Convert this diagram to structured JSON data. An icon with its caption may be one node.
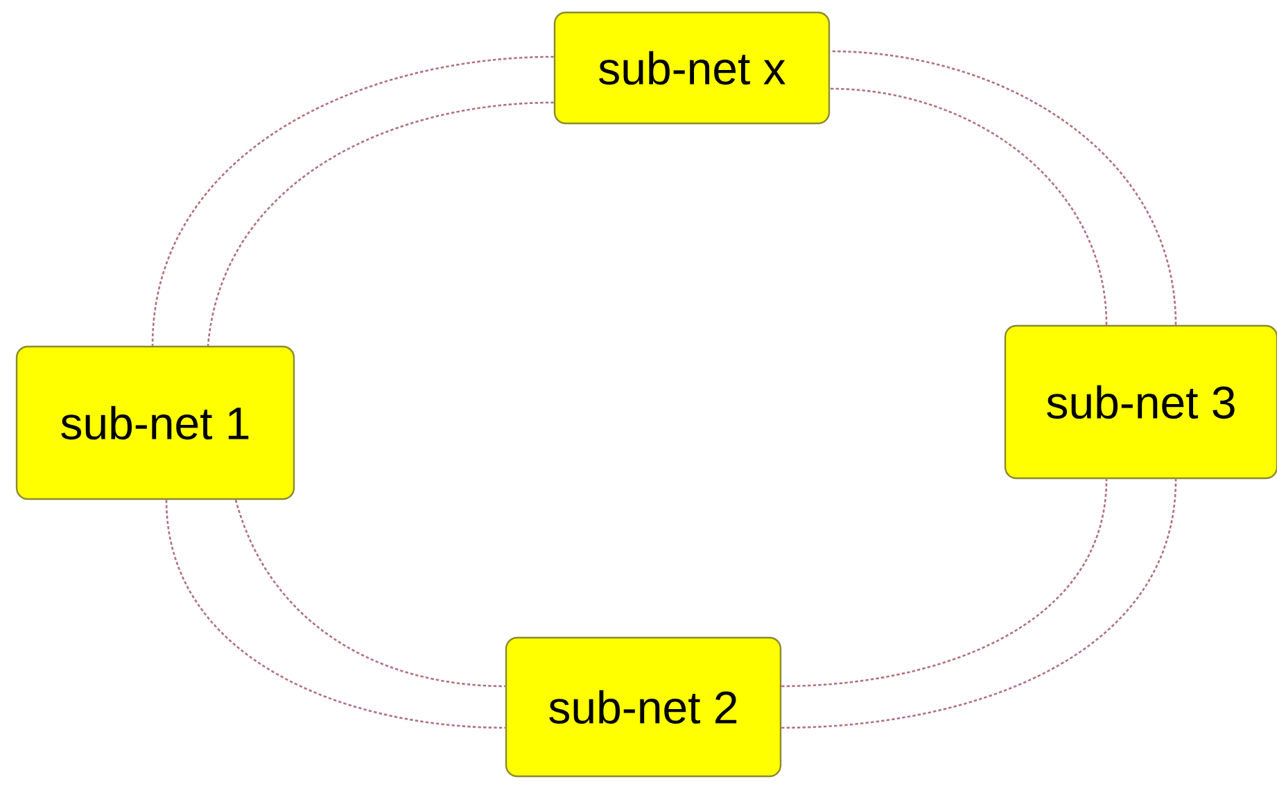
{
  "diagram": {
    "nodes": [
      {
        "text": [
          "sub-net x"
        ]
      },
      {
        "text": [
          "sub-net 1"
        ]
      },
      {
        "text": [
          "sub-net 3"
        ]
      },
      {
        "text": [
          "sub-net 2"
        ]
      }
    ],
    "edges": [
      {
        "from": 0,
        "to": 1,
        "arrow": "none",
        "style": "dashed"
      },
      {
        "from": 1,
        "to": 3,
        "arrow": "none",
        "style": "dashed"
      },
      {
        "from": 3,
        "to": 2,
        "arrow": "none",
        "style": "dashed"
      },
      {
        "from": 2,
        "to": 0,
        "arrow": "none",
        "style": "dashed"
      },
      {
        "from": 0,
        "to": 1,
        "arrow": "none",
        "style": "dashed"
      },
      {
        "from": 1,
        "to": 3,
        "arrow": "none",
        "style": "dashed"
      },
      {
        "from": 3,
        "to": 2,
        "arrow": "none",
        "style": "dashed"
      },
      {
        "from": 2,
        "to": 0,
        "arrow": "none",
        "style": "dashed"
      }
    ]
  }
}
